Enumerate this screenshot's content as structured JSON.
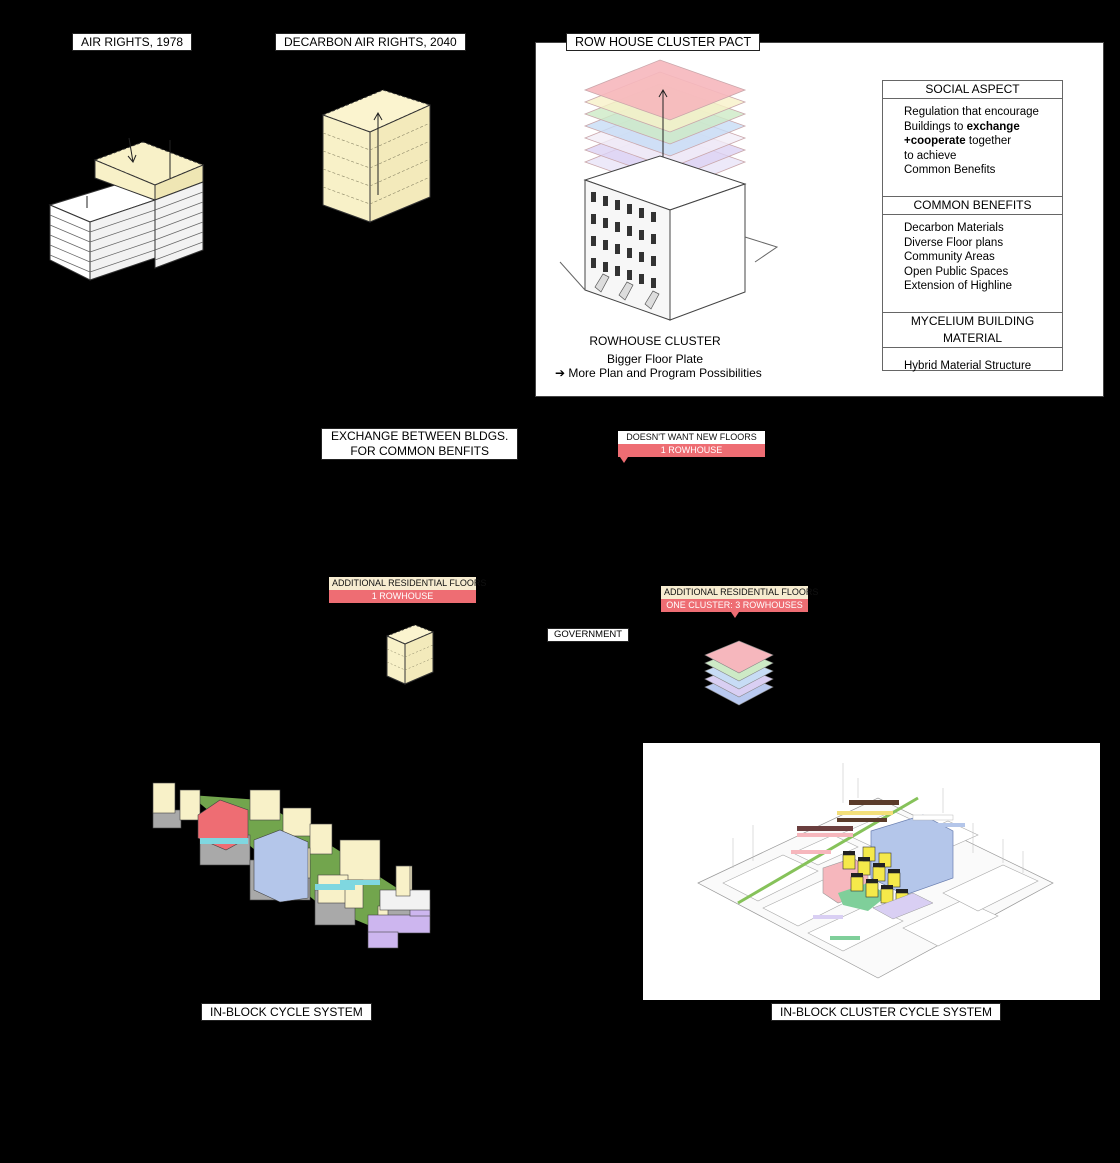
{
  "labels": {
    "air_rights_1978": "AIR RIGHTS,  1978",
    "decarbon_air_rights_2040": "DECARBON AIR RIGHTS, 2040",
    "row_house_cluster_pact": "ROW HOUSE CLUSTER PACT",
    "exchange_line1": "EXCHANGE BETWEEN BLDGS.",
    "exchange_line2": "FOR COMMON BENFITS",
    "government": "GOVERNMENT",
    "in_block_cycle_system": "IN-BLOCK CYCLE SYSTEM",
    "in_block_cluster_cycle_system": "IN-BLOCK CLUSTER CYCLE SYSTEM"
  },
  "tags": {
    "doesnt_want": {
      "top": "DOESN'T WANT NEW FLOORS",
      "bottom": "1 ROWHOUSE"
    },
    "additional_one": {
      "top": "ADDITIONAL RESIDENTIAL FLOORS",
      "bottom": "1 ROWHOUSE"
    },
    "additional_cluster": {
      "top": "ADDITIONAL RESIDENTIAL FLOORS",
      "bottom": "ONE CLUSTER: 3 ROWHOUSES"
    }
  },
  "pact": {
    "caption_title": "ROWHOUSE CLUSTER",
    "caption_line1": "Bigger Floor Plate",
    "caption_line2": "➔ More Plan and Program Possibilities",
    "social": {
      "title": "SOCIAL ASPECT",
      "line1": "Regulation that encourage",
      "line2_pre": "Buildings to ",
      "line2_bold": "exchange",
      "line3_bold": "+cooperate",
      "line3_post": " together",
      "line4": "to achieve",
      "line5": "Common Benefits"
    },
    "benefits": {
      "title": "COMMON BENEFITS",
      "items": [
        "Decarbon Materials",
        "Diverse Floor plans",
        "Community Areas",
        "Open Public Spaces",
        "Extension of Highline"
      ]
    },
    "material": {
      "title": "MYCELIUM BUILDING MATERIAL",
      "item": "Hybrid Material Structure"
    }
  },
  "colors": {
    "background": "#000000",
    "air_rights_yellow": "#f8f1c8",
    "rowhouse_red": "#ee6d73",
    "pale_red": "#f6b7bd",
    "pale_green": "#cdeac6",
    "pale_blue": "#c7dcf5",
    "pale_purple": "#d9cff3",
    "cycle_green": "#86c25a",
    "cycle_blue": "#b4c6ea",
    "cycle_cyan": "#7fd7e0",
    "cycle_purple": "#cdb6ef"
  }
}
